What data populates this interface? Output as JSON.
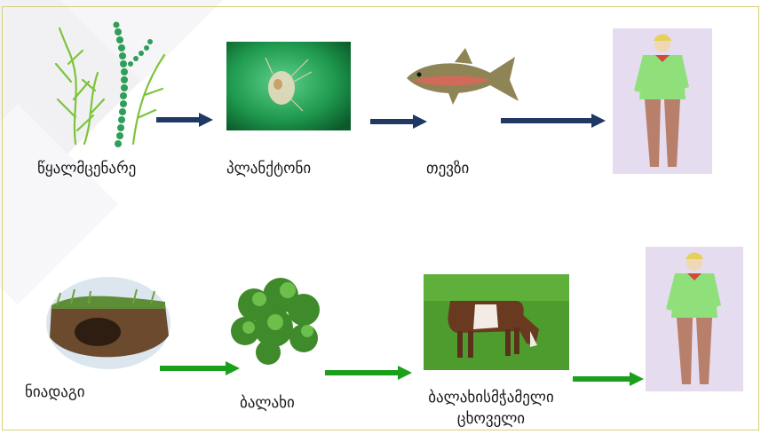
{
  "colors": {
    "arrow_top": "#1f3864",
    "arrow_bottom": "#1aa01a"
  },
  "chains": [
    {
      "id": "aquatic",
      "items": [
        {
          "label": "წყალმცენარე",
          "icon": "algae-icon"
        },
        {
          "label": "პლანქტონი",
          "icon": "plankton-icon"
        },
        {
          "label": "თევზი",
          "icon": "fish-icon"
        },
        {
          "label": "",
          "icon": "human-icon"
        }
      ]
    },
    {
      "id": "terrestrial",
      "items": [
        {
          "label": "ნიადაგი",
          "icon": "soil-icon"
        },
        {
          "label": "ბალახი",
          "icon": "grass-icon"
        },
        {
          "label": "ბალახისმჭამელი ცხოველი",
          "icon": "cow-icon"
        },
        {
          "label": "",
          "icon": "human-icon"
        }
      ]
    }
  ]
}
